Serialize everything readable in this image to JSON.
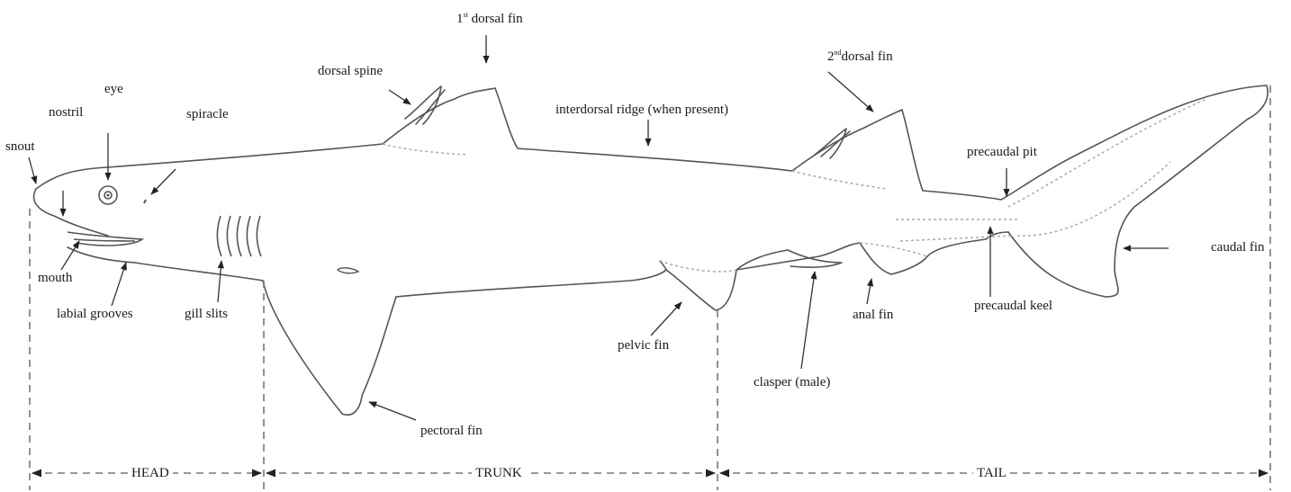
{
  "labels": {
    "snout": "snout",
    "nostril": "nostril",
    "eye": "eye",
    "spiracle": "spiracle",
    "dorsal_spine": "dorsal spine",
    "first_dorsal_num": "1",
    "first_dorsal_sup": "st",
    "first_dorsal_text": "dorsal fin",
    "interdorsal_ridge": "interdorsal ridge (when present)",
    "second_dorsal_num": "2",
    "second_dorsal_sup": "nd",
    "second_dorsal_text": "dorsal fin",
    "precaudal_pit": "precaudal pit",
    "caudal_fin": "caudal fin",
    "mouth": "mouth",
    "labial_grooves": "labial grooves",
    "gill_slits": "gill slits",
    "pectoral_fin": "pectoral fin",
    "pelvic_fin": "pelvic fin",
    "clasper": "clasper (male)",
    "anal_fin": "anal fin",
    "precaudal_keel": "precaudal keel"
  },
  "sections": {
    "head": "HEAD",
    "trunk": "TRUNK",
    "tail": "TAIL"
  }
}
